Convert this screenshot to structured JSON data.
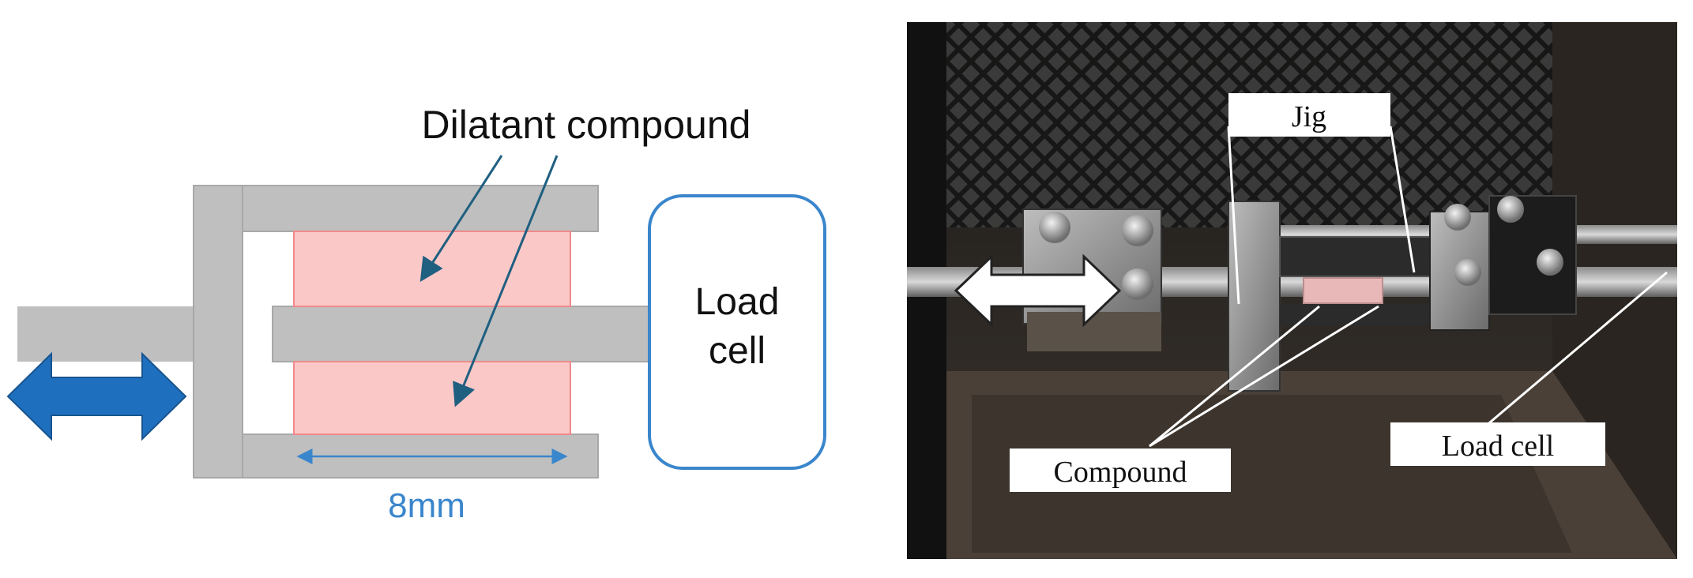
{
  "schematic": {
    "compound_label": "Dilatant compound",
    "load_cell_line1": "Load",
    "load_cell_line2": "cell",
    "gap_label": "8mm"
  },
  "photo": {
    "jig_label": "Jig",
    "compound_label": "Compound",
    "load_cell_label": "Load cell"
  },
  "colors": {
    "fixture_gray": "#bfbfbf",
    "compound_pink": "#fbc8c8",
    "compound_border": "#f08a8a",
    "arrow_blue": "#1f6fbf",
    "pointer_teal": "#1f5f80",
    "dimension_blue": "#3a86cc",
    "load_cell_border": "#3a86cc"
  }
}
